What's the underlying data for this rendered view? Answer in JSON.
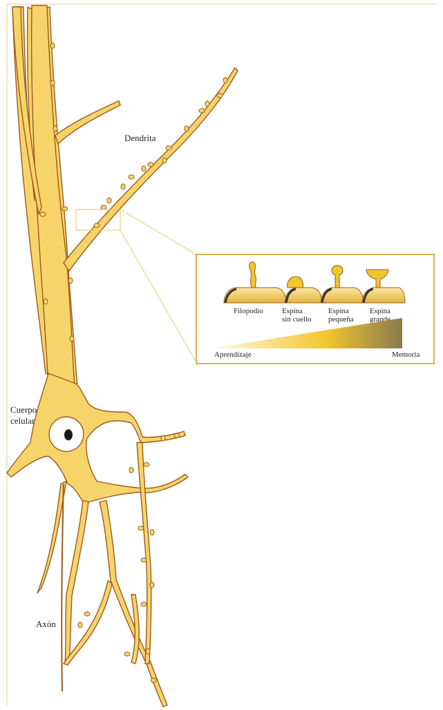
{
  "labels": {
    "dendrite": "Dendrita",
    "cell_body_line1": "Cuerpo",
    "cell_body_line2": "celular",
    "axon": "Axón"
  },
  "inset": {
    "spines": [
      {
        "line1": "Filopodio",
        "line2": ""
      },
      {
        "line1": "Espina",
        "line2": "sin cuello"
      },
      {
        "line1": "Espina",
        "line2": "pequeña"
      },
      {
        "line1": "Espina",
        "line2": "grande"
      }
    ],
    "gradient_left": "Aprendizaje",
    "gradient_right": "Memoria"
  },
  "colors": {
    "neuron_fill": "#F7D46A",
    "neuron_outline": "#9A5A1E",
    "inset_border": "#D9B24A",
    "gradient_start": "#FFFBE8",
    "gradient_mid": "#F2C62E",
    "gradient_end": "#8A7A4F"
  }
}
